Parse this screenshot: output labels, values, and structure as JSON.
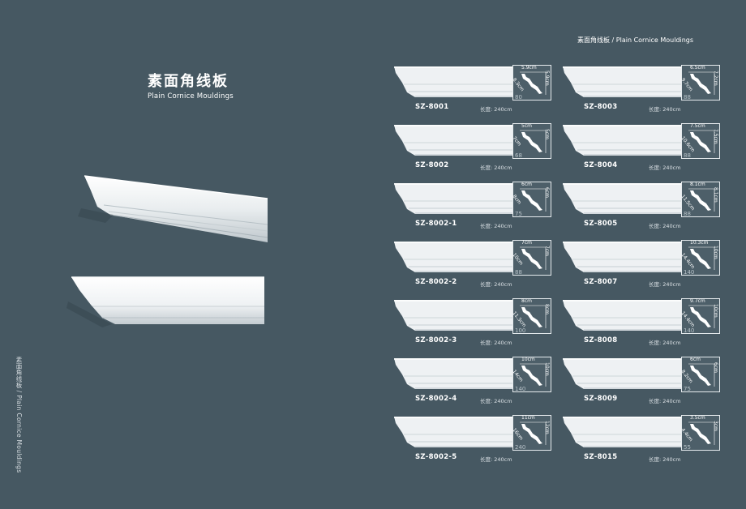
{
  "left": {
    "title_cn": "素面角线板",
    "title_en": "Plain Cornice Mouldings",
    "vertical_caption": "素面角线板 / Plain Cornice Mouldings"
  },
  "right": {
    "header": "素面角线板 / Plain Cornice Mouldings",
    "items": [
      {
        "code": "SZ-8001",
        "length": "长度: 240cm",
        "dim_top": "5.9cm",
        "dim_right": "5.9cm",
        "dim_diag": "8.3cm",
        "dim_code": "80"
      },
      {
        "code": "SZ-8002",
        "length": "长度: 240cm",
        "dim_top": "5cm",
        "dim_right": "5cm",
        "dim_diag": "7cm",
        "dim_code": "68"
      },
      {
        "code": "SZ-8002-1",
        "length": "长度: 240cm",
        "dim_top": "6cm",
        "dim_right": "6cm",
        "dim_diag": "8cm",
        "dim_code": "75"
      },
      {
        "code": "SZ-8002-2",
        "length": "长度: 240cm",
        "dim_top": "7cm",
        "dim_right": "7cm",
        "dim_diag": "10cm",
        "dim_code": "88"
      },
      {
        "code": "SZ-8002-3",
        "length": "长度: 240cm",
        "dim_top": "8cm",
        "dim_right": "8cm",
        "dim_diag": "11.3cm",
        "dim_code": "100"
      },
      {
        "code": "SZ-8002-4",
        "length": "长度: 240cm",
        "dim_top": "10cm",
        "dim_right": "10cm",
        "dim_diag": "14cm",
        "dim_code": "140"
      },
      {
        "code": "SZ-8002-5",
        "length": "长度: 240cm",
        "dim_top": "11cm",
        "dim_right": "12cm",
        "dim_diag": "16cm",
        "dim_code": "240"
      },
      {
        "code": "SZ-8003",
        "length": "长度: 240cm",
        "dim_top": "6.5cm",
        "dim_right": "7.2cm",
        "dim_diag": "9.7cm",
        "dim_code": "88"
      },
      {
        "code": "SZ-8004",
        "length": "长度: 240cm",
        "dim_top": "7.5cm",
        "dim_right": "7.5cm",
        "dim_diag": "10.6cm",
        "dim_code": "88"
      },
      {
        "code": "SZ-8005",
        "length": "长度: 240cm",
        "dim_top": "8.1cm",
        "dim_right": "8.1cm",
        "dim_diag": "11.5cm",
        "dim_code": "88"
      },
      {
        "code": "SZ-8007",
        "length": "长度: 240cm",
        "dim_top": "10.3cm",
        "dim_right": "10cm",
        "dim_diag": "14.4cm",
        "dim_code": "140"
      },
      {
        "code": "SZ-8008",
        "length": "长度: 240cm",
        "dim_top": "9.7cm",
        "dim_right": "10cm",
        "dim_diag": "14.4cm",
        "dim_code": "140"
      },
      {
        "code": "SZ-8009",
        "length": "长度: 240cm",
        "dim_top": "6cm",
        "dim_right": "6cm",
        "dim_diag": "8.2cm",
        "dim_code": "75"
      },
      {
        "code": "SZ-8015",
        "length": "长度: 240cm",
        "dim_top": "3.5cm",
        "dim_right": "3cm",
        "dim_diag": "4.4cm",
        "dim_code": "55"
      }
    ]
  },
  "colors": {
    "background": "#465862",
    "moulding": "#f4f6f7",
    "moulding_shadow": "#cfd6da",
    "text": "#ffffff"
  }
}
